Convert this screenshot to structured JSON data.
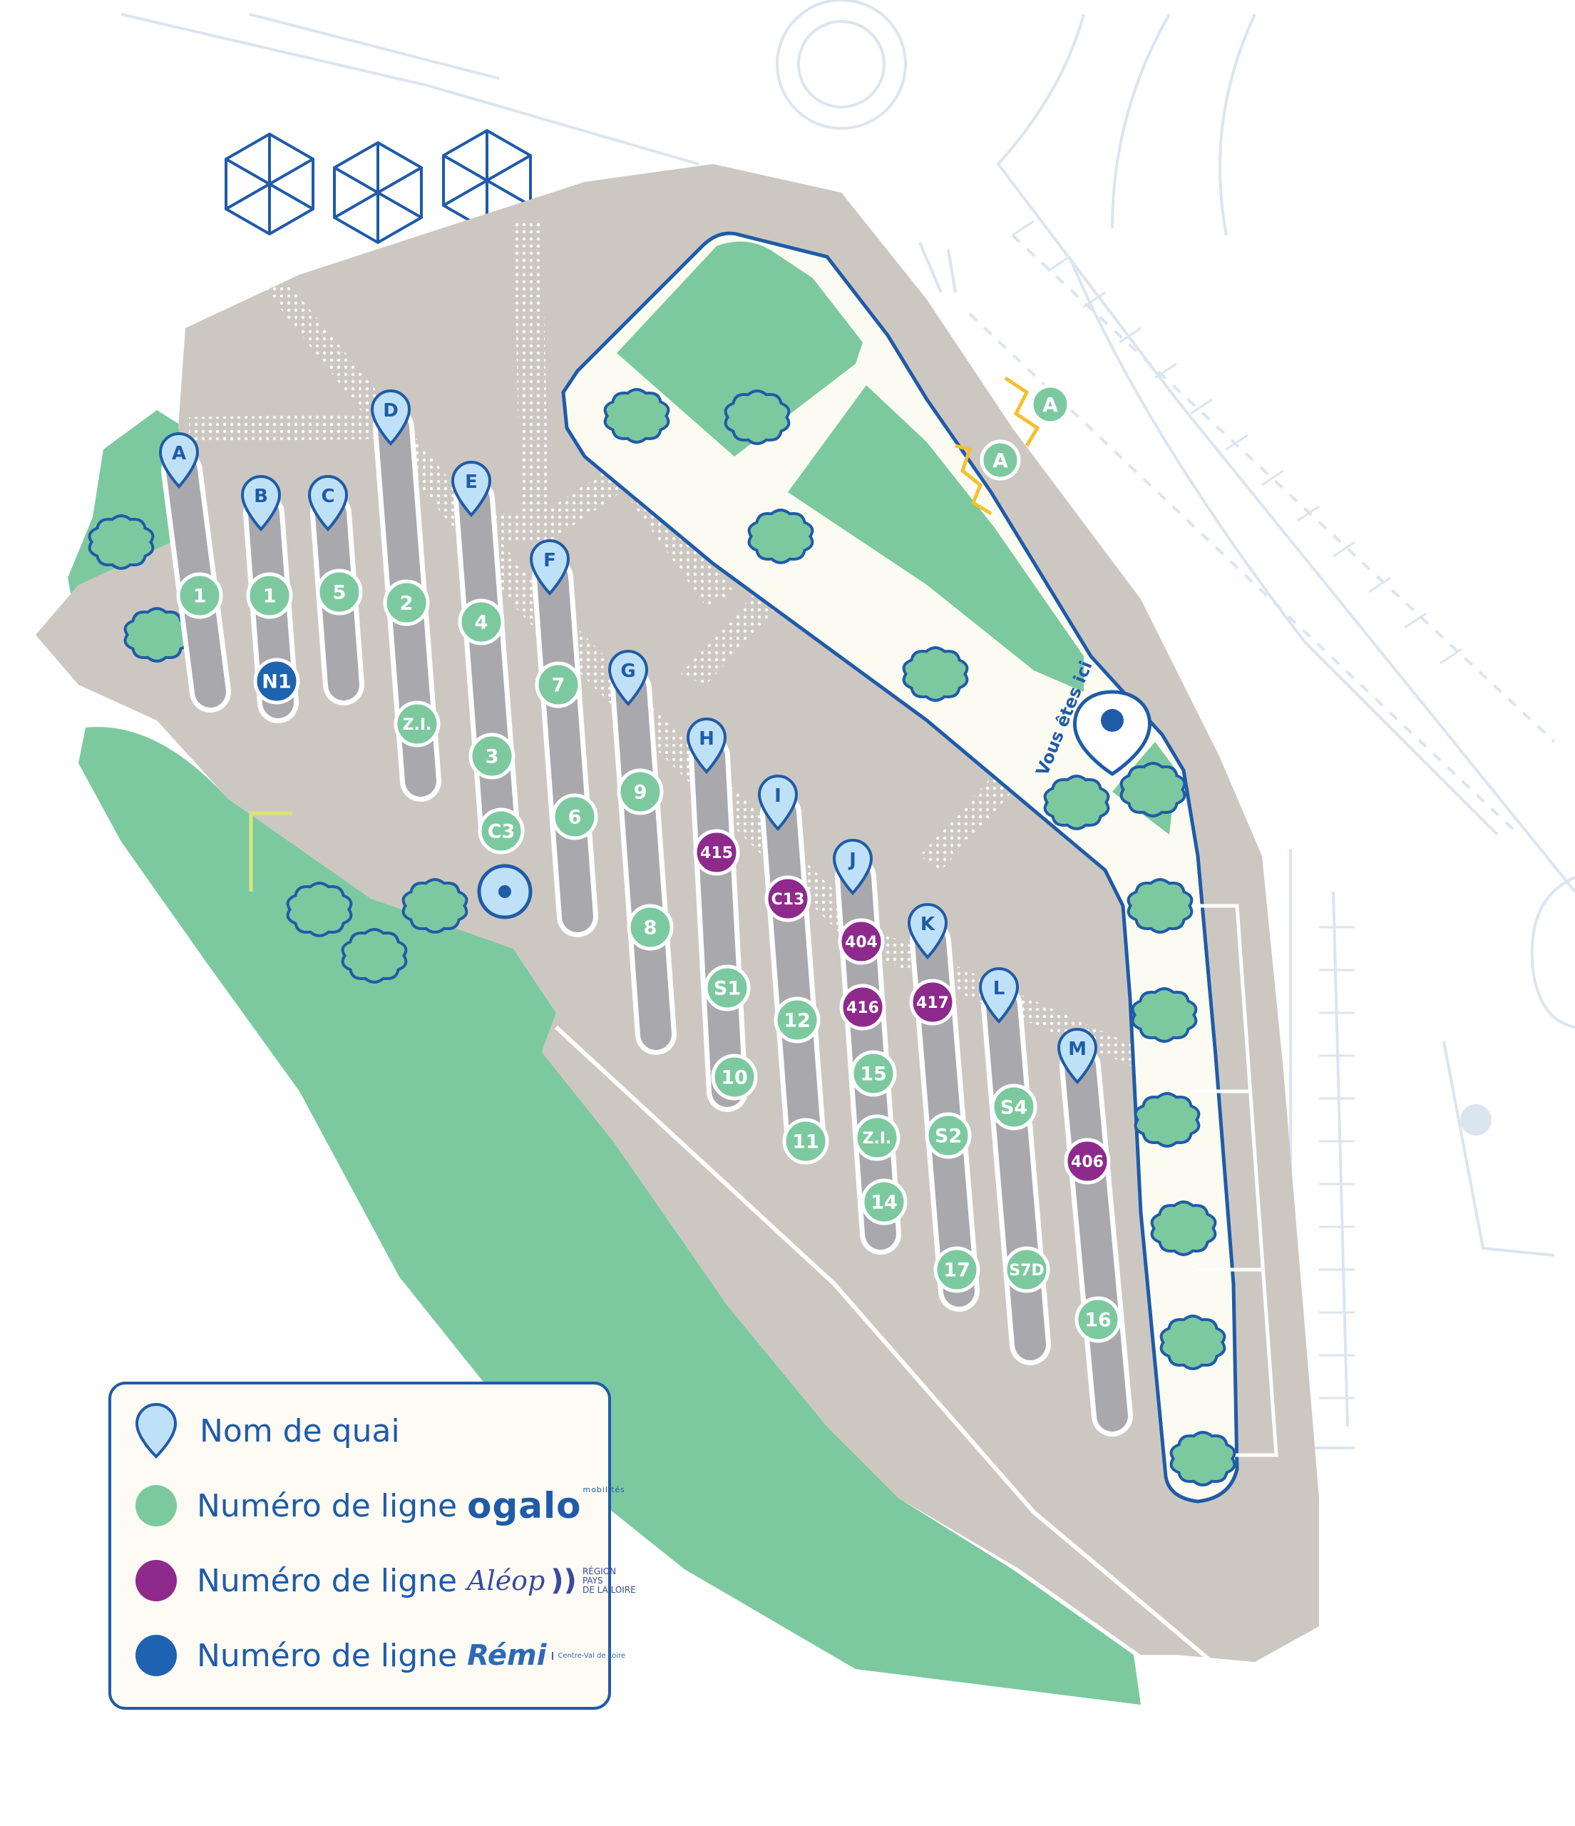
{
  "colors": {
    "ground": "#cdc7c2",
    "green": "#7cc9a0",
    "walkway": "#fbfbf2",
    "navy": "#1f5ba8",
    "quay_pin": "#bfe1f7",
    "lane": "#a9a8ad",
    "ogalo": "#7cc9a0",
    "aleop": "#8e2a8c",
    "remi": "#1d63b0",
    "zigzag": "#f2c12e",
    "faint": "#dbe5ef"
  },
  "quays": [
    {
      "name": "A",
      "badges": [
        {
          "t": "1",
          "n": "ogalo"
        }
      ]
    },
    {
      "name": "B",
      "badges": [
        {
          "t": "1",
          "n": "ogalo"
        },
        {
          "t": "N1",
          "n": "remi"
        }
      ]
    },
    {
      "name": "C",
      "badges": [
        {
          "t": "5",
          "n": "ogalo"
        }
      ]
    },
    {
      "name": "D",
      "badges": [
        {
          "t": "2",
          "n": "ogalo"
        },
        {
          "t": "Z.I.",
          "n": "ogalo"
        }
      ]
    },
    {
      "name": "E",
      "badges": [
        {
          "t": "4",
          "n": "ogalo"
        },
        {
          "t": "3",
          "n": "ogalo"
        },
        {
          "t": "C3",
          "n": "ogalo"
        }
      ]
    },
    {
      "name": "F",
      "badges": [
        {
          "t": "7",
          "n": "ogalo"
        },
        {
          "t": "6",
          "n": "ogalo"
        }
      ]
    },
    {
      "name": "G",
      "badges": [
        {
          "t": "9",
          "n": "ogalo"
        },
        {
          "t": "8",
          "n": "ogalo"
        }
      ]
    },
    {
      "name": "H",
      "badges": [
        {
          "t": "415",
          "n": "aleop"
        },
        {
          "t": "S1",
          "n": "ogalo"
        },
        {
          "t": "10",
          "n": "ogalo"
        }
      ]
    },
    {
      "name": "I",
      "badges": [
        {
          "t": "C13",
          "n": "aleop"
        },
        {
          "t": "12",
          "n": "ogalo"
        },
        {
          "t": "11",
          "n": "ogalo"
        }
      ]
    },
    {
      "name": "J",
      "badges": [
        {
          "t": "404",
          "n": "aleop"
        },
        {
          "t": "416",
          "n": "aleop"
        },
        {
          "t": "15",
          "n": "ogalo"
        },
        {
          "t": "Z.I.",
          "n": "ogalo"
        },
        {
          "t": "14",
          "n": "ogalo"
        }
      ]
    },
    {
      "name": "K",
      "badges": [
        {
          "t": "417",
          "n": "aleop"
        },
        {
          "t": "S2",
          "n": "ogalo"
        },
        {
          "t": "17",
          "n": "ogalo"
        }
      ]
    },
    {
      "name": "L",
      "badges": [
        {
          "t": "S4",
          "n": "ogalo"
        },
        {
          "t": "S7D",
          "n": "ogalo"
        }
      ]
    },
    {
      "name": "M",
      "badges": [
        {
          "t": "406",
          "n": "aleop"
        },
        {
          "t": "16",
          "n": "ogalo"
        }
      ]
    }
  ],
  "street_stops": [
    {
      "name": "A"
    },
    {
      "name": "A"
    }
  ],
  "you_are_here": "Vous êtes ici",
  "legend": {
    "quay": "Nom de quai",
    "ogalo": "Numéro de ligne",
    "aleop": "Numéro de ligne",
    "remi": "Numéro de ligne",
    "brand_ogalo": "ogalo",
    "brand_ogalo_tag": "mobilités",
    "brand_aleop": "Aléop",
    "brand_aleop_region_1": "RÉGION",
    "brand_aleop_region_2": "PAYS",
    "brand_aleop_region_3": "DE LA LOIRE",
    "brand_remi": "Rémi",
    "brand_remi_sub": "Centre-Val de Loire"
  }
}
